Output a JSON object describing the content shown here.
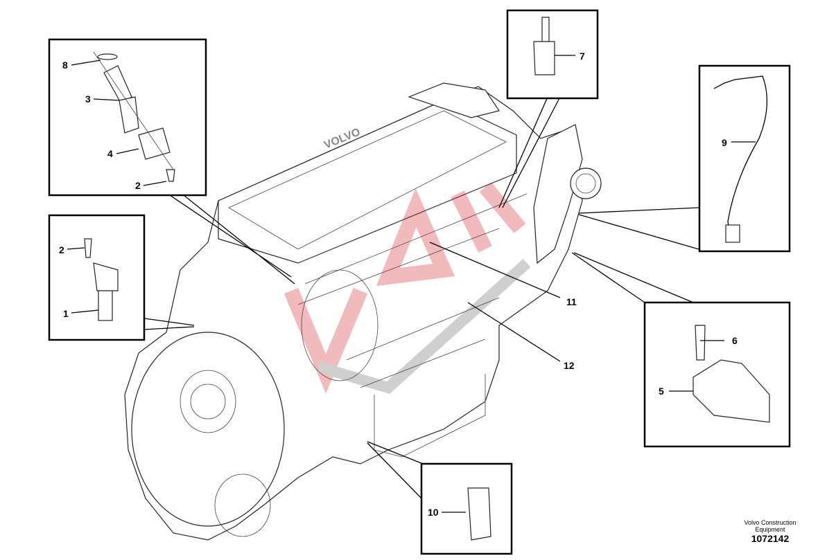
{
  "callouts": [
    "1",
    "2",
    "3",
    "4",
    "2",
    "5",
    "6",
    "7",
    "8",
    "9",
    "10",
    "11",
    "12"
  ],
  "footer": {
    "brand": "Volvo Construction Equipment",
    "document_number": "1072142"
  }
}
